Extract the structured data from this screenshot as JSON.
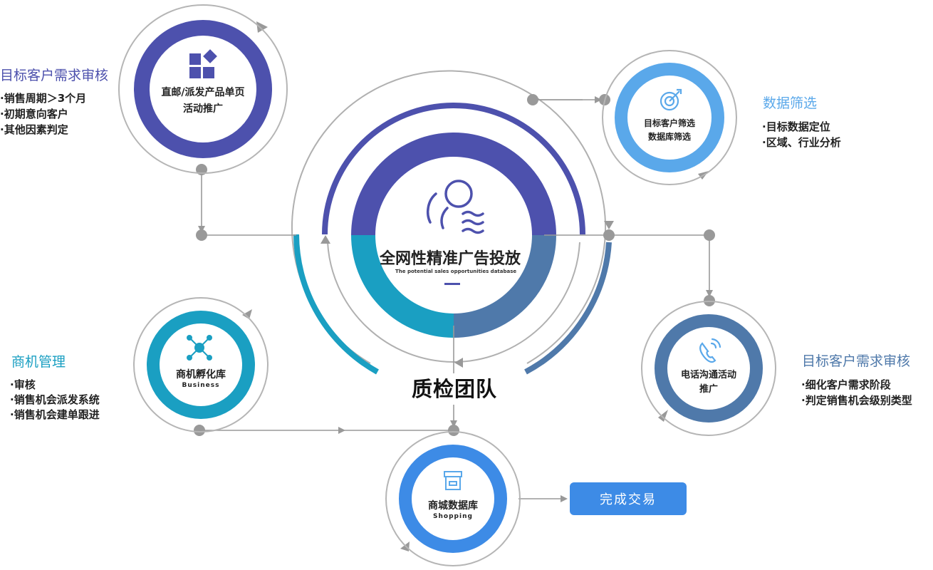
{
  "colors": {
    "purple": "#4d51ad",
    "teal": "#1a9fc2",
    "steel": "#4f79aa",
    "sky": "#5aa8ea",
    "gray": "#999999",
    "button": "#3d8be6"
  },
  "center": {
    "title": "全网性精准广告投放",
    "subtitle": "The potential sales opportunities database",
    "icon": "customer-waves-icon"
  },
  "qc_team": "质检团队",
  "nodes": {
    "direct_mail": {
      "line1": "直邮/派发产品单页",
      "line2": "活动推广",
      "icon": "blocks-icon"
    },
    "screening": {
      "line1": "目标客户筛选",
      "line2": "数据库筛选",
      "icon": "target-icon"
    },
    "incubator": {
      "line1": "商机孵化库",
      "line2": "Business",
      "icon": "network-icon"
    },
    "phone": {
      "line1": "电话沟通活动",
      "line2": "推广",
      "icon": "phone-icon"
    },
    "mall": {
      "line1": "商城数据库",
      "line2": "Shopping",
      "icon": "store-icon"
    }
  },
  "sections": {
    "top_left": {
      "title": "目标客户需求审核",
      "items": [
        "·销售周期＞3个月",
        "·初期意向客户",
        "·其他因素判定"
      ]
    },
    "top_right": {
      "title": "数据筛选",
      "items": [
        "·目标数据定位",
        "·区域、行业分析"
      ]
    },
    "mid_left": {
      "title": "商机管理",
      "items": [
        "·审核",
        "·销售机会派发系统",
        "·销售机会建单跟进"
      ]
    },
    "mid_right": {
      "title": "目标客户需求审核",
      "items": [
        "·细化客户需求阶段",
        "·判定销售机会级别类型"
      ]
    }
  },
  "button": {
    "label": "完成交易"
  }
}
